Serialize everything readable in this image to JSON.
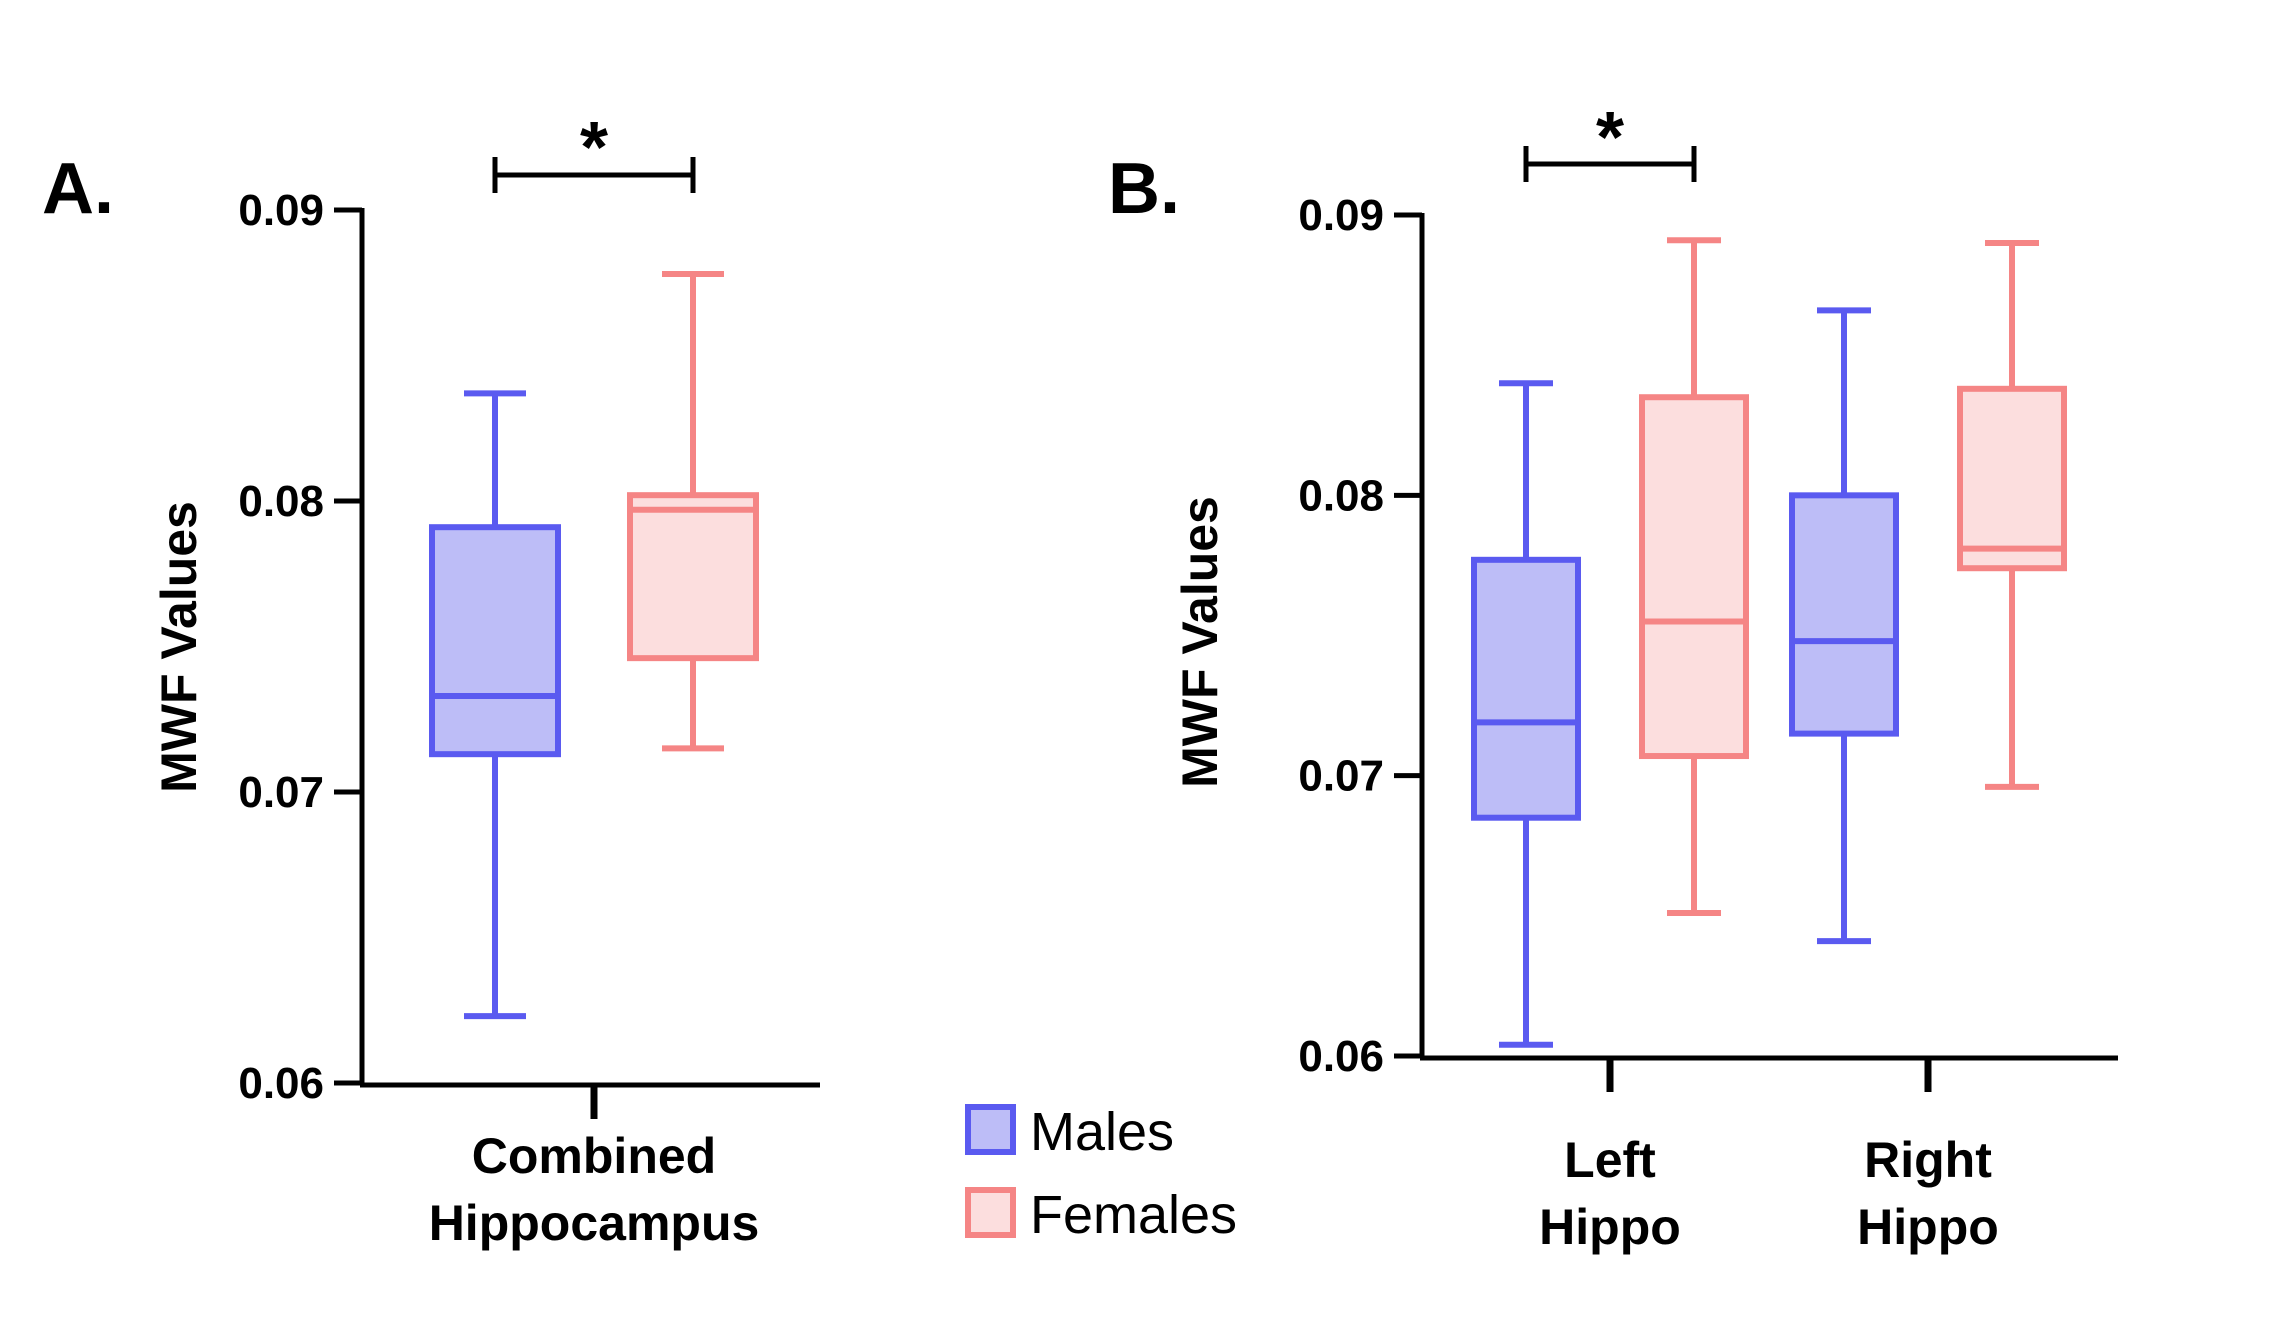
{
  "colors": {
    "males_stroke": "#5A5AF0",
    "males_fill": "#BDBDF7",
    "females_stroke": "#F58585",
    "females_fill": "#FCDEDE",
    "axis": "#000000"
  },
  "legend": {
    "position": "between panels",
    "items": [
      {
        "label": "Males",
        "series": "males"
      },
      {
        "label": "Females",
        "series": "females"
      }
    ]
  },
  "chart_data": [
    {
      "type": "box",
      "panel_label": "A.",
      "ylabel": "MWF Values",
      "ylim": [
        0.06,
        0.09
      ],
      "yticks": [
        0.06,
        0.07,
        0.08,
        0.09
      ],
      "ytick_labels": [
        "0.06",
        "0.07",
        "0.08",
        "0.09"
      ],
      "categories": [
        {
          "label_lines": [
            "Combined",
            "Hippocampus"
          ]
        }
      ],
      "series": [
        {
          "name": "Males",
          "key": "males",
          "boxes": [
            {
              "min": 0.0623,
              "q1": 0.0713,
              "median": 0.0733,
              "q3": 0.0791,
              "max": 0.0837
            }
          ]
        },
        {
          "name": "Females",
          "key": "females",
          "boxes": [
            {
              "min": 0.0715,
              "q1": 0.0746,
              "median": 0.0797,
              "q3": 0.0802,
              "max": 0.0878
            }
          ]
        }
      ],
      "significance": [
        {
          "category": 0,
          "text": "*"
        }
      ]
    },
    {
      "type": "box",
      "panel_label": "B.",
      "ylabel": "MWF Values",
      "ylim": [
        0.06,
        0.09
      ],
      "yticks": [
        0.06,
        0.07,
        0.08,
        0.09
      ],
      "ytick_labels": [
        "0.06",
        "0.07",
        "0.08",
        "0.09"
      ],
      "categories": [
        {
          "label_lines": [
            "Left",
            "Hippo"
          ]
        },
        {
          "label_lines": [
            "Right",
            "Hippo"
          ]
        }
      ],
      "series": [
        {
          "name": "Males",
          "key": "males",
          "boxes": [
            {
              "min": 0.0604,
              "q1": 0.0685,
              "median": 0.0719,
              "q3": 0.0777,
              "max": 0.084
            },
            {
              "min": 0.0641,
              "q1": 0.0715,
              "median": 0.0748,
              "q3": 0.08,
              "max": 0.0866
            }
          ]
        },
        {
          "name": "Females",
          "key": "females",
          "boxes": [
            {
              "min": 0.0651,
              "q1": 0.0707,
              "median": 0.0755,
              "q3": 0.0835,
              "max": 0.0891
            },
            {
              "min": 0.0696,
              "q1": 0.0774,
              "median": 0.0781,
              "q3": 0.0838,
              "max": 0.089
            }
          ]
        }
      ],
      "significance": [
        {
          "category": 0,
          "text": "*"
        }
      ]
    }
  ]
}
